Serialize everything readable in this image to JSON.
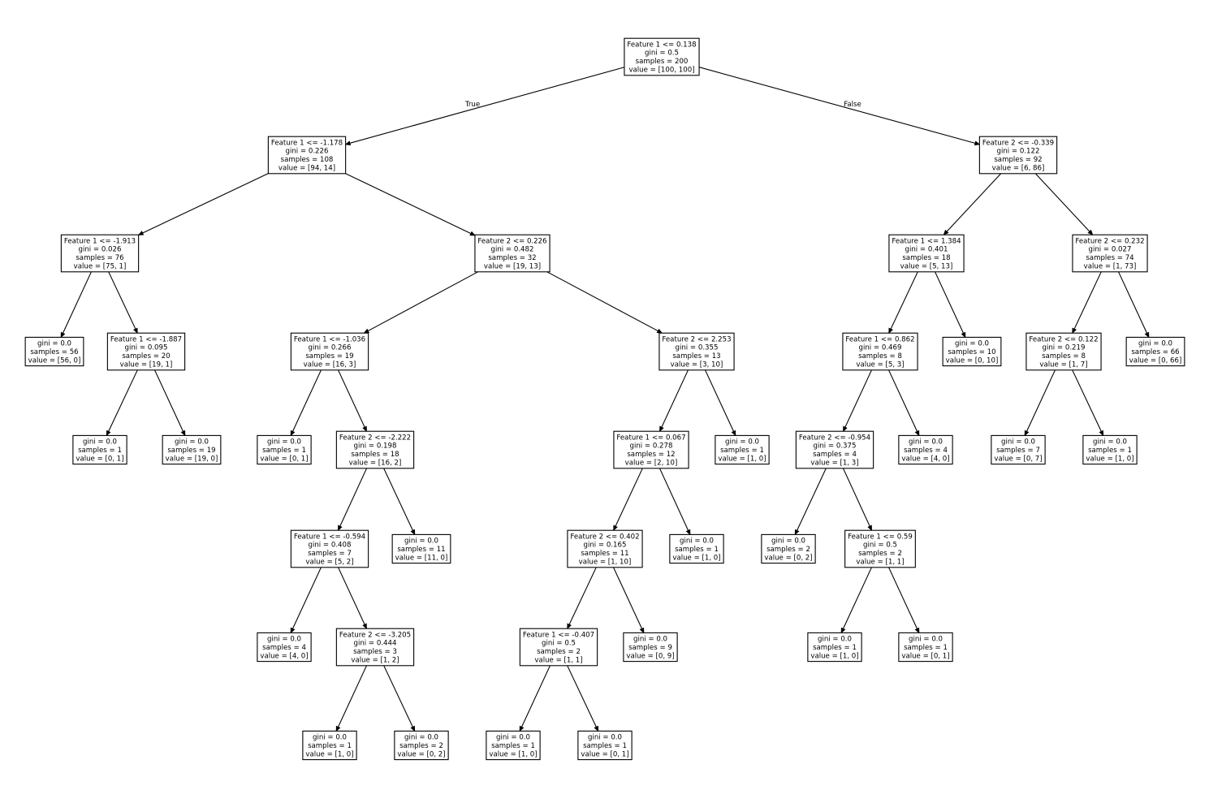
{
  "tree": {
    "root_edge_labels": {
      "left": "True",
      "right": "False"
    },
    "nodes": [
      {
        "id": "n0",
        "lines": [
          "Feature 1 <= 0.138",
          "gini = 0.5",
          "samples = 200",
          "value = [100, 100]"
        ]
      },
      {
        "id": "n1",
        "lines": [
          "Feature 1 <= -1.178",
          "gini = 0.226",
          "samples = 108",
          "value = [94, 14]"
        ]
      },
      {
        "id": "n2",
        "lines": [
          "Feature 1 <= -1.913",
          "gini = 0.026",
          "samples = 76",
          "value = [75, 1]"
        ]
      },
      {
        "id": "n3",
        "lines": [
          "gini = 0.0",
          "samples = 56",
          "value = [56, 0]"
        ]
      },
      {
        "id": "n4",
        "lines": [
          "Feature 1 <= -1.887",
          "gini = 0.095",
          "samples = 20",
          "value = [19, 1]"
        ]
      },
      {
        "id": "n5",
        "lines": [
          "gini = 0.0",
          "samples = 1",
          "value = [0, 1]"
        ]
      },
      {
        "id": "n6",
        "lines": [
          "gini = 0.0",
          "samples = 19",
          "value = [19, 0]"
        ]
      },
      {
        "id": "n7",
        "lines": [
          "Feature 2 <= 0.226",
          "gini = 0.482",
          "samples = 32",
          "value = [19, 13]"
        ]
      },
      {
        "id": "n8",
        "lines": [
          "Feature 1 <= -1.036",
          "gini = 0.266",
          "samples = 19",
          "value = [16, 3]"
        ]
      },
      {
        "id": "n9",
        "lines": [
          "gini = 0.0",
          "samples = 1",
          "value = [0, 1]"
        ]
      },
      {
        "id": "n10",
        "lines": [
          "Feature 2 <= -2.222",
          "gini = 0.198",
          "samples = 18",
          "value = [16, 2]"
        ]
      },
      {
        "id": "n11",
        "lines": [
          "Feature 1 <= -0.594",
          "gini = 0.408",
          "samples = 7",
          "value = [5, 2]"
        ]
      },
      {
        "id": "n12",
        "lines": [
          "gini = 0.0",
          "samples = 4",
          "value = [4, 0]"
        ]
      },
      {
        "id": "n13",
        "lines": [
          "Feature 2 <= -3.205",
          "gini = 0.444",
          "samples = 3",
          "value = [1, 2]"
        ]
      },
      {
        "id": "n14",
        "lines": [
          "gini = 0.0",
          "samples = 1",
          "value = [1, 0]"
        ]
      },
      {
        "id": "n15",
        "lines": [
          "gini = 0.0",
          "samples = 2",
          "value = [0, 2]"
        ]
      },
      {
        "id": "n16",
        "lines": [
          "gini = 0.0",
          "samples = 11",
          "value = [11, 0]"
        ]
      },
      {
        "id": "n17",
        "lines": [
          "Feature 2 <= 2.253",
          "gini = 0.355",
          "samples = 13",
          "value = [3, 10]"
        ]
      },
      {
        "id": "n18",
        "lines": [
          "Feature 1 <= 0.067",
          "gini = 0.278",
          "samples = 12",
          "value = [2, 10]"
        ]
      },
      {
        "id": "n19",
        "lines": [
          "Feature 2 <= 0.402",
          "gini = 0.165",
          "samples = 11",
          "value = [1, 10]"
        ]
      },
      {
        "id": "n20",
        "lines": [
          "Feature 1 <= -0.407",
          "gini = 0.5",
          "samples = 2",
          "value = [1, 1]"
        ]
      },
      {
        "id": "n21",
        "lines": [
          "gini = 0.0",
          "samples = 1",
          "value = [1, 0]"
        ]
      },
      {
        "id": "n22",
        "lines": [
          "gini = 0.0",
          "samples = 1",
          "value = [0, 1]"
        ]
      },
      {
        "id": "n23",
        "lines": [
          "gini = 0.0",
          "samples = 9",
          "value = [0, 9]"
        ]
      },
      {
        "id": "n24",
        "lines": [
          "gini = 0.0",
          "samples = 1",
          "value = [1, 0]"
        ]
      },
      {
        "id": "n25",
        "lines": [
          "gini = 0.0",
          "samples = 1",
          "value = [1, 0]"
        ]
      },
      {
        "id": "n26",
        "lines": [
          "Feature 2 <= -0.339",
          "gini = 0.122",
          "samples = 92",
          "value = [6, 86]"
        ]
      },
      {
        "id": "n27",
        "lines": [
          "Feature 1 <= 1.384",
          "gini = 0.401",
          "samples = 18",
          "value = [5, 13]"
        ]
      },
      {
        "id": "n28",
        "lines": [
          "Feature 1 <= 0.862",
          "gini = 0.469",
          "samples = 8",
          "value = [5, 3]"
        ]
      },
      {
        "id": "n29",
        "lines": [
          "Feature 2 <= -0.954",
          "gini = 0.375",
          "samples = 4",
          "value = [1, 3]"
        ]
      },
      {
        "id": "n30",
        "lines": [
          "gini = 0.0",
          "samples = 2",
          "value = [0, 2]"
        ]
      },
      {
        "id": "n31",
        "lines": [
          "Feature 1 <= 0.59",
          "gini = 0.5",
          "samples = 2",
          "value = [1, 1]"
        ]
      },
      {
        "id": "n32",
        "lines": [
          "gini = 0.0",
          "samples = 1",
          "value = [1, 0]"
        ]
      },
      {
        "id": "n33",
        "lines": [
          "gini = 0.0",
          "samples = 1",
          "value = [0, 1]"
        ]
      },
      {
        "id": "n34",
        "lines": [
          "gini = 0.0",
          "samples = 4",
          "value = [4, 0]"
        ]
      },
      {
        "id": "n35",
        "lines": [
          "gini = 0.0",
          "samples = 10",
          "value = [0, 10]"
        ]
      },
      {
        "id": "n36",
        "lines": [
          "Feature 2 <= 0.232",
          "gini = 0.027",
          "samples = 74",
          "value = [1, 73]"
        ]
      },
      {
        "id": "n37",
        "lines": [
          "Feature 2 <= 0.122",
          "gini = 0.219",
          "samples = 8",
          "value = [1, 7]"
        ]
      },
      {
        "id": "n38",
        "lines": [
          "gini = 0.0",
          "samples = 7",
          "value = [0, 7]"
        ]
      },
      {
        "id": "n39",
        "lines": [
          "gini = 0.0",
          "samples = 1",
          "value = [1, 0]"
        ]
      },
      {
        "id": "n40",
        "lines": [
          "gini = 0.0",
          "samples = 66",
          "value = [0, 66]"
        ]
      }
    ],
    "edges": [
      [
        "n0",
        "n1"
      ],
      [
        "n0",
        "n26"
      ],
      [
        "n1",
        "n2"
      ],
      [
        "n1",
        "n7"
      ],
      [
        "n2",
        "n3"
      ],
      [
        "n2",
        "n4"
      ],
      [
        "n4",
        "n5"
      ],
      [
        "n4",
        "n6"
      ],
      [
        "n7",
        "n8"
      ],
      [
        "n7",
        "n17"
      ],
      [
        "n8",
        "n9"
      ],
      [
        "n8",
        "n10"
      ],
      [
        "n10",
        "n11"
      ],
      [
        "n10",
        "n16"
      ],
      [
        "n11",
        "n12"
      ],
      [
        "n11",
        "n13"
      ],
      [
        "n13",
        "n14"
      ],
      [
        "n13",
        "n15"
      ],
      [
        "n17",
        "n18"
      ],
      [
        "n17",
        "n25"
      ],
      [
        "n18",
        "n19"
      ],
      [
        "n18",
        "n24"
      ],
      [
        "n19",
        "n20"
      ],
      [
        "n19",
        "n23"
      ],
      [
        "n20",
        "n21"
      ],
      [
        "n20",
        "n22"
      ],
      [
        "n26",
        "n27"
      ],
      [
        "n26",
        "n36"
      ],
      [
        "n27",
        "n28"
      ],
      [
        "n27",
        "n35"
      ],
      [
        "n28",
        "n29"
      ],
      [
        "n28",
        "n34"
      ],
      [
        "n29",
        "n30"
      ],
      [
        "n29",
        "n31"
      ],
      [
        "n31",
        "n32"
      ],
      [
        "n31",
        "n33"
      ],
      [
        "n36",
        "n37"
      ],
      [
        "n36",
        "n40"
      ],
      [
        "n37",
        "n38"
      ],
      [
        "n37",
        "n39"
      ]
    ]
  }
}
